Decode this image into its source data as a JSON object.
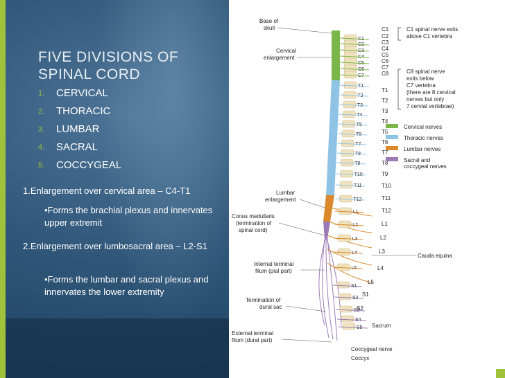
{
  "title": "FIVE DIVISIONS OF SPINAL CORD",
  "divisions": [
    {
      "num": "1.",
      "label": "CERVICAL"
    },
    {
      "num": "2.",
      "label": "THORACIC"
    },
    {
      "num": "3.",
      "label": "LUMBAR"
    },
    {
      "num": "4.",
      "label": "SACRAL"
    },
    {
      "num": "5.",
      "label": "COCCYGEAL"
    }
  ],
  "notes": {
    "cervical_enlargement": "1.Enlargement over cervical area – C4-T1",
    "cervical_detail": "•Forms the brachial plexus and innervates upper extremit",
    "lumbosacral_enlargement": "2.Enlargement over lumbosacral area – L2-S1",
    "lumbosacral_detail": "•Forms the lumbar and sacral plexus and innervates the lower extremity"
  },
  "figure": {
    "left_labels": {
      "base_of_skull": [
        "Base of",
        "skull"
      ],
      "cervical_enlargement": [
        "Cervical",
        "enlargement"
      ],
      "lumbar_enlargement": [
        "Lumbar",
        "enlargement"
      ],
      "conus": [
        "Conus medullaris",
        "(termination of",
        "spinal cord)"
      ],
      "internal_filum": [
        "Internal terminal",
        "filum (pial part)"
      ],
      "termination_dural": [
        "Termination of",
        "dural sac"
      ],
      "external_filum": [
        "External terminal",
        "filum (dural part)"
      ]
    },
    "right_notes": {
      "c1_note": [
        "C1 spinal nerve exits",
        "above C1 vertebra"
      ],
      "c8_note": [
        "C8 spinal nerve",
        "exits below",
        "C7 vertebra",
        "(there are 8 cervical",
        "nerves but only",
        "7 cervial vertebrae)"
      ],
      "cauda_equina": "Cauda equina",
      "sacrum": "Sacrum",
      "coccygeal_nerve": "Coccygeal nerve",
      "coccyx": "Coccyx"
    },
    "legend": [
      {
        "label": "Cervical nerves",
        "color": "#7ab648"
      },
      {
        "label": "Thoracic nerves",
        "color": "#8fc3e6"
      },
      {
        "label": "Lumbar nerves",
        "color": "#d9892b"
      },
      {
        "label": "Sacral and coccygeal nerves",
        "color": "#9a7bb5"
      }
    ],
    "inner_labels": [
      "C1",
      "C2",
      "C3",
      "C4",
      "C5",
      "C6",
      "C7",
      "T1",
      "T2",
      "T3",
      "T4",
      "T5",
      "T6",
      "T7",
      "T8",
      "T9",
      "T10",
      "T11",
      "T12",
      "L1",
      "L2",
      "L3",
      "L4",
      "L5",
      "S1",
      "S2",
      "S3",
      "S4",
      "S5"
    ],
    "outer_labels": [
      "C1",
      "C2",
      "C3",
      "C4",
      "C5",
      "C6",
      "C7",
      "C8",
      "T1",
      "T2",
      "T3",
      "T4",
      "T5",
      "T6",
      "T7",
      "T8",
      "T9",
      "T10",
      "T11",
      "T12",
      "L1",
      "L2",
      "L3",
      "L4",
      "L5",
      "S1",
      "S2"
    ]
  }
}
